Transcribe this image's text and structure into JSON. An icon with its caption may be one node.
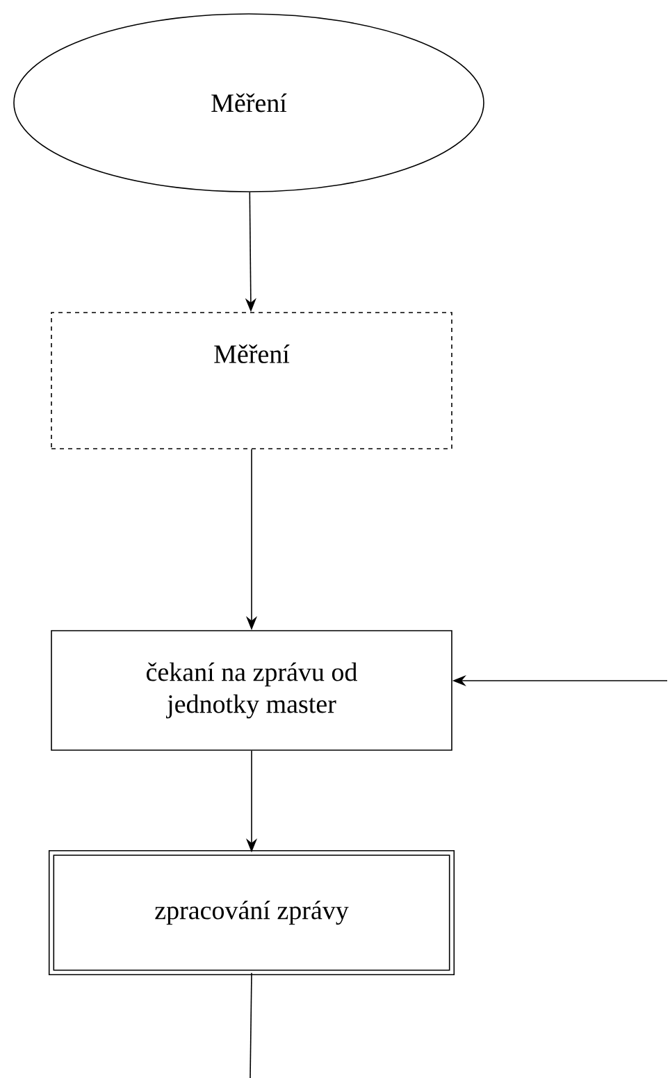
{
  "diagram": {
    "nodes": [
      {
        "text": [
          "Měření"
        ]
      },
      {
        "text": [
          "Měření"
        ]
      },
      {
        "text": [
          "čekaní na zprávu od jednotky master"
        ]
      },
      {
        "text": [
          "zpracování zprávy"
        ]
      }
    ],
    "edges": [
      {
        "from": 0,
        "to": 1,
        "arrow": "to"
      },
      {
        "from": 1,
        "to": 2,
        "arrow": "to"
      },
      {
        "from": 2,
        "to": 3,
        "arrow": "to"
      },
      {
        "from": null,
        "to": 2,
        "arrow": "to"
      },
      {
        "from": 3,
        "to": null,
        "arrow": "none"
      }
    ]
  }
}
